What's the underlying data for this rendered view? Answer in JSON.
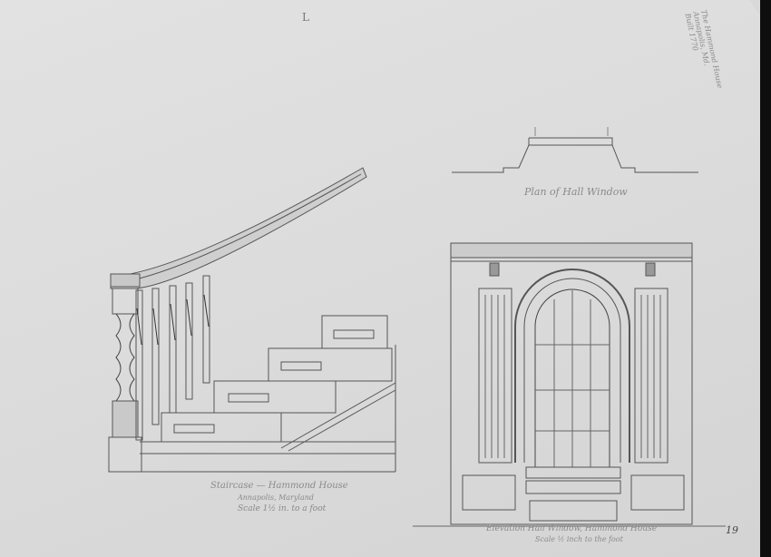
{
  "sheet": {
    "letter": "L",
    "page_number": "19",
    "plan_caption": "Plan of Hall Window",
    "staircase_caption_line1": "Staircase — Hammond House",
    "staircase_caption_line2": "Annapolis, Maryland",
    "staircase_caption_line3": "Scale 1½ in. to a foot",
    "window_caption_line1": "Elevation Hall Window, Hammond House",
    "window_caption_line2": "Scale ½ inch to the foot",
    "margin_note_line1": "The Hammond House",
    "margin_note_line2": "Annapolis, Md.",
    "margin_note_line3": "Built 1770"
  }
}
